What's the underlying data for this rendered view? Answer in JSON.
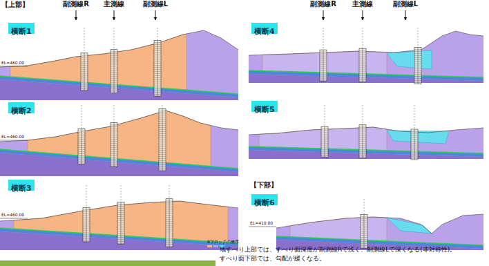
{
  "diagram": {
    "nodes": [
      {
        "text": [
          "横断1"
        ]
      },
      {
        "text": [
          "横断2"
        ]
      },
      {
        "text": [
          "横断3"
        ]
      },
      {
        "text": [
          "横断4"
        ]
      },
      {
        "text": [
          "横断5"
        ]
      },
      {
        "text": [
          "横断6"
        ]
      }
    ],
    "labels": [
      "【上部】",
      "副測線R",
      "主測線",
      "副測線L",
      "副測線R",
      "主測線",
      "副測線L",
      "EL=460.00",
      "EL=460.00",
      "EL=460.00",
      "【下部】",
      "EL=410.00",
      "Bブロックの層序",
      "地すべり上部では、すべり面深度が副測線Rで浅く、副測線Lで深くなる(非対称性)。",
      "すべり面下部では、勾配が緩くなる。"
    ]
  }
}
